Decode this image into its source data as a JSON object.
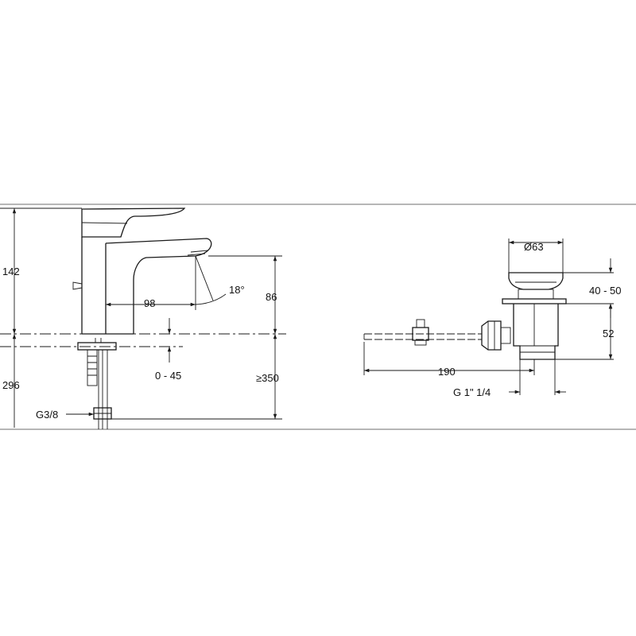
{
  "faucet": {
    "dim_total_height": "142",
    "dim_below_deck": "296",
    "dim_spout_reach": "98",
    "dim_spray_angle": "18°",
    "dim_spout_height": "86",
    "dim_deck_range": "0 - 45",
    "dim_hose_length": "≥350",
    "dim_connection": "G3/8"
  },
  "waste": {
    "dim_diameter": "Ø63",
    "dim_stroke": "40 - 50",
    "dim_body_height": "52",
    "dim_rod_length": "190",
    "dim_thread": "G 1\" 1/4"
  },
  "colors": {
    "line": "#1a1a1a",
    "frame": "#8a8a8a",
    "background": "#ffffff"
  }
}
